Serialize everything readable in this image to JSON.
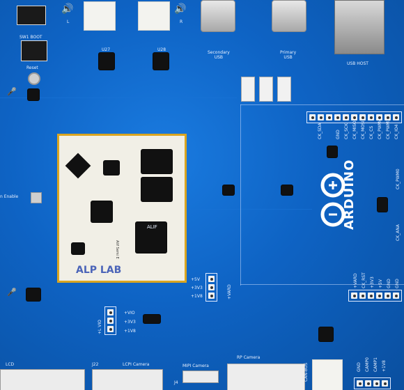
{
  "labels": {
    "sw1_boot": "SW1 BOOT",
    "reset": "Reset",
    "enable": "n Enable",
    "speaker_l": "L",
    "speaker_r": "R",
    "u27": "U27",
    "u28": "U28",
    "secondary_usb": "Secondary\nUSB",
    "primary_usb": "Primary\nUSB",
    "usb_host": "USB HOST",
    "som_brand": "ALP LAB",
    "som_model": "Alif Semi E",
    "som_chip_logo": "ALIF",
    "pins_5v": "+5V",
    "pins_3v3": "+3V3",
    "pins_1v8": "+1V8",
    "pins_vardio": "+VARD",
    "lvio": "+L VIO",
    "vio": "+VIO",
    "vio_3v3": "+3V3",
    "vio_1v8": "+1V8",
    "arduino": "ARDUINO",
    "top_header_pins": [
      "GND",
      "CK_SDA",
      "CK_SCK",
      "CK_MISO",
      "CK_MOSI",
      "CK_CS",
      "CK_PWM4",
      "CK_PWM3",
      "CK_IO4"
    ],
    "right_side_pins": [
      "CK_PWM0",
      "CK_ANA"
    ],
    "bottom_header_pins": [
      "+VARD",
      "CK_RST",
      "+3V3",
      "+5V",
      "GND",
      "GND"
    ],
    "gnd_cam": [
      "GND",
      "CAMP0",
      "CAMP1",
      "+1V8"
    ],
    "lcd": "LCD",
    "j22": "J22",
    "lcpi_camera": "LCPI Camera",
    "mipi_camera": "MIPI Camera",
    "j4": "J4",
    "rp_camera": "RP Camera",
    "can_bus": "CAN-BUS"
  },
  "colors": {
    "pcb_blue": "#0e63c4",
    "silkscreen": "#e9f1ff",
    "gold_frame": "#d9a521"
  }
}
